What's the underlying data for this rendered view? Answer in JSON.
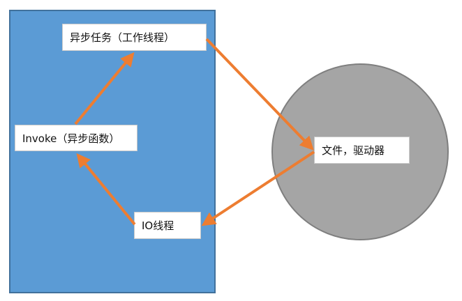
{
  "nodes": {
    "async_task": "异步任务（工作线程）",
    "invoke": "Invoke（异步函数）",
    "io_thread": "IO线程",
    "file_driver": "文件，驱动器"
  },
  "colors": {
    "panel": "#5b9bd5",
    "circle": "#a5a5a5",
    "arrow": "#ed7d31"
  }
}
